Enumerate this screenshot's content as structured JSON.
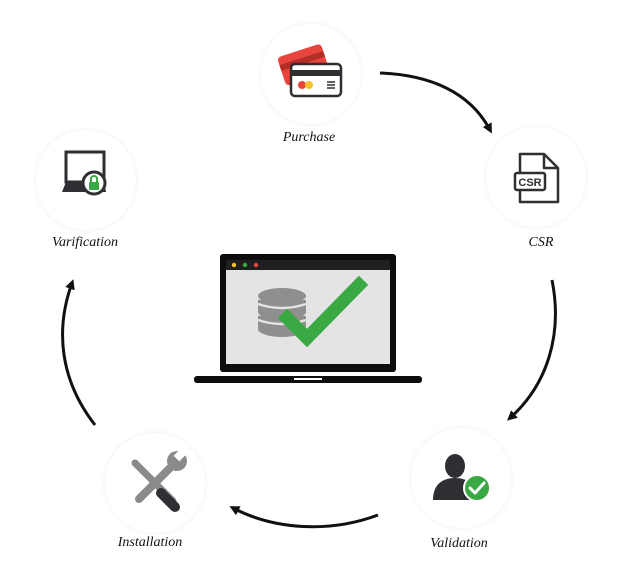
{
  "steps": [
    {
      "id": "purchase",
      "label": "Purchase",
      "icon": "credit-card-icon"
    },
    {
      "id": "csr",
      "label": "CSR",
      "icon": "csr-document-icon"
    },
    {
      "id": "validation",
      "label": "Validation",
      "icon": "user-verified-icon"
    },
    {
      "id": "installation",
      "label": "Installation",
      "icon": "wrench-screwdriver-icon"
    },
    {
      "id": "verification",
      "label": "Varification",
      "icon": "secure-computer-icon"
    }
  ],
  "csr_icon_text": "CSR",
  "center": {
    "icon": "laptop-database-check-icon"
  },
  "colors": {
    "card_red": "#e8453c",
    "card_yellow": "#f6c12b",
    "check_green": "#3aa843",
    "icon_dark": "#2e2e33",
    "tool_gray": "#8a8a8a",
    "db_gray": "#8f8f8f",
    "screen_bg": "#e4e4e4",
    "laptop_black": "#0d0d0d"
  }
}
